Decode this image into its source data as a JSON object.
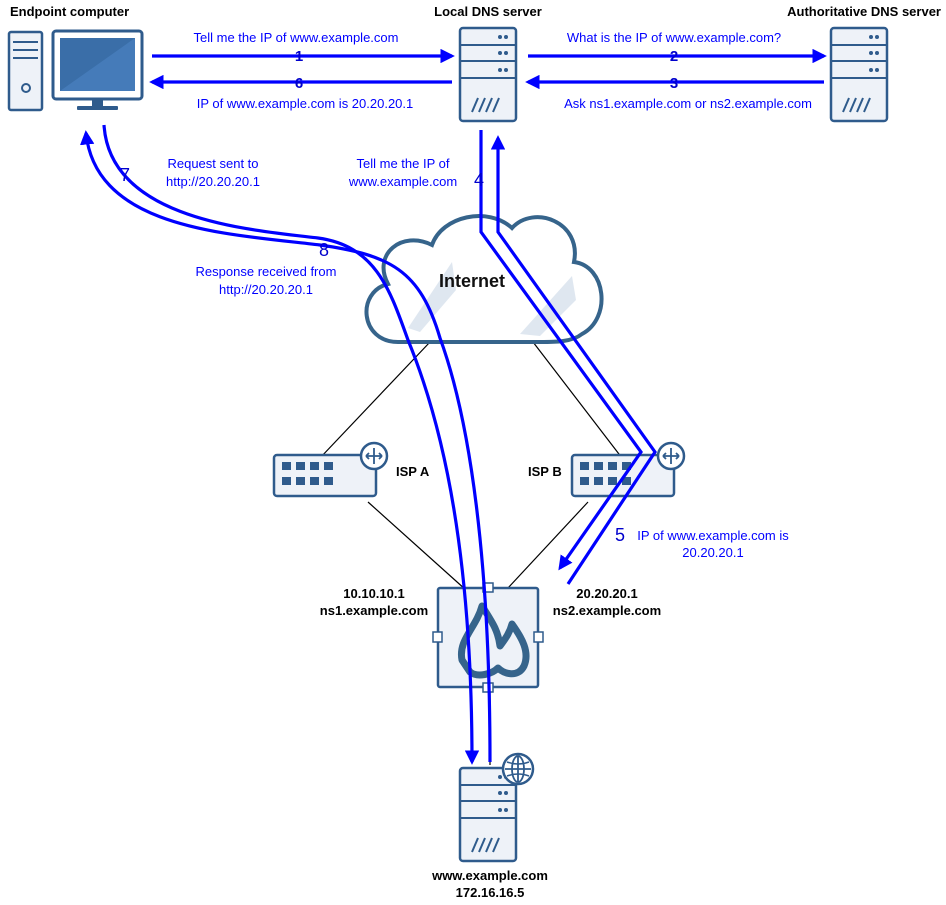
{
  "nodes": {
    "endpoint": "Endpoint computer",
    "local_dns": "Local DNS server",
    "auth_dns": "Authoritative DNS server",
    "internet": "Internet",
    "isp_a": "ISP A",
    "isp_b": "ISP B",
    "ns1_ip": "10.10.10.1",
    "ns1_name": "ns1.example.com",
    "ns2_ip": "20.20.20.1",
    "ns2_name": "ns2.example.com",
    "web_name": "www.example.com",
    "web_ip": "172.16.16.5"
  },
  "steps": {
    "s1": {
      "num": "1",
      "text": "Tell me the IP of www.example.com"
    },
    "s2": {
      "num": "2",
      "text": "What is the IP of www.example.com?"
    },
    "s3": {
      "num": "3",
      "text": "Ask ns1.example.com or ns2.example.com"
    },
    "s4": {
      "num": "4",
      "line1": "Tell me the IP of",
      "line2": "www.example.com"
    },
    "s5": {
      "num": "5",
      "line1": "IP of www.example.com is",
      "line2": "20.20.20.1"
    },
    "s6": {
      "num": "6",
      "text": "IP of www.example.com is 20.20.20.1"
    },
    "s7": {
      "num": "7",
      "line1": "Request sent to",
      "line2": "http://20.20.20.1"
    },
    "s8": {
      "num": "8",
      "line1": "Response received from",
      "line2": "http://20.20.20.1"
    }
  },
  "colors": {
    "arrow": "#0000ff",
    "device_fill": "#e8eef6",
    "device_stroke": "#2f5b8c",
    "device_dark": "#36648b"
  }
}
